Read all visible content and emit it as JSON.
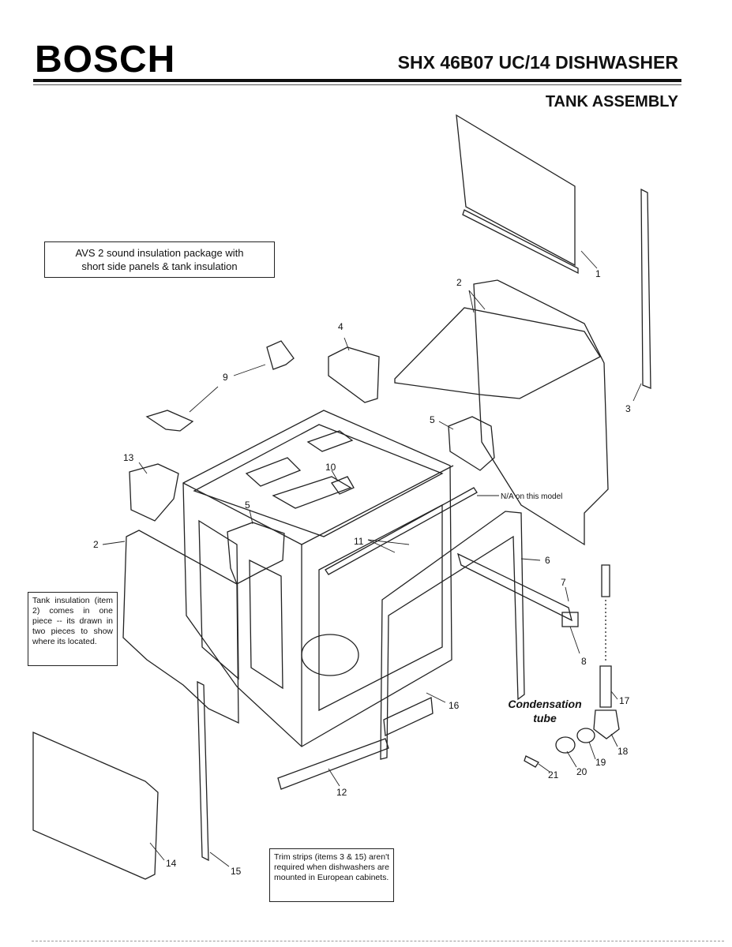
{
  "header": {
    "brand": "BOSCH",
    "model": "SHX 46B07 UC/14 DISHWASHER",
    "section": "TANK ASSEMBLY"
  },
  "notes": {
    "avs": "AVS 2 sound insulation package with short side panels & tank insulation",
    "tank_insulation": "Tank insulation (item 2) comes in one piece -- its drawn in two pieces to show where its located.",
    "trim_strips": "Trim strips (items 3 & 15) aren't required when dishwashers are mounted in European cabinets.",
    "na": "N/A on this model",
    "condensation_line1": "Condensation",
    "condensation_line2": "tube"
  },
  "part_labels": [
    "1",
    "2",
    "2",
    "3",
    "4",
    "5",
    "5",
    "6",
    "7",
    "8",
    "9",
    "10",
    "11",
    "12",
    "13",
    "14",
    "15",
    "16",
    "17",
    "18",
    "19",
    "20",
    "21"
  ]
}
